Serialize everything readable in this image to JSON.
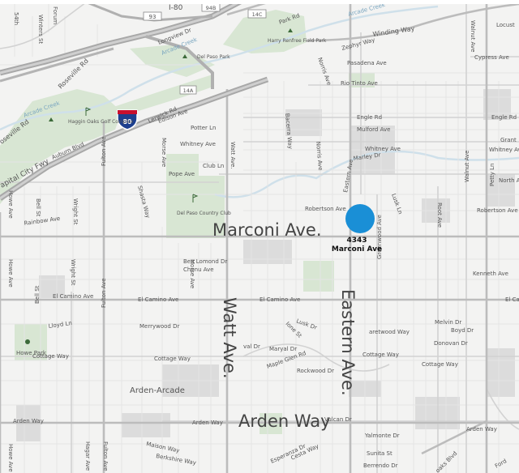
{
  "marker": {
    "number": "4343",
    "street": "Marconi Ave",
    "color": "#1a8fd6"
  },
  "highway": {
    "shield": "80",
    "label": "I-80"
  },
  "main_labels": {
    "marconi": "Marconi Ave.",
    "watt": "Watt Ave.",
    "eastern": "Eastern Ave.",
    "arden": "Arden Way"
  },
  "labels": {
    "i80_top": "I-80",
    "s93": "93",
    "s94b": "94B",
    "s14c": "14C",
    "s14a": "14A",
    "longview": "Longview Dr",
    "arcade_creek_top": "Arcade Creek",
    "arcade_creek": "Arcade Creek",
    "arcade_creek_right": "Arcade Creek",
    "winding": "Winding Way",
    "park_rd": "Park Rd",
    "harry_renfree": "Harry Renfree Field Park",
    "zephyr": "Zephyr Way",
    "pasadena": "Pasadena Ave",
    "norris": "Norris Ave",
    "rio_tinto": "Rio Tinto Ave",
    "del_paso_park": "Del Paso Park",
    "cypress": "Cypress Ave",
    "locust": "Locust",
    "walnut_top": "Walnut Ave",
    "roseville_rd": "Roseville Rd",
    "roseville_left": "oseville Rd",
    "winters": "Winters St",
    "forum": "Forum",
    "s54th": "54th",
    "haggin": "Haggin Oaks Golf Complex",
    "capital_city": "apital City Fwy",
    "auburn": "Auburn Blvd",
    "edison": "Edison Ave",
    "lerwick": "Lerwick Rd",
    "potter": "Potter Ln",
    "whitney_left": "Whitney Ave",
    "engle": "Engle Rd",
    "engle_right": "Engle Rd",
    "mulford": "Mulford Ave",
    "whitney": "Whitney Ave",
    "marley": "Marley Dr",
    "grant": "Grant",
    "whitney_right": "Whitney Ave",
    "bacerra": "Bacerra Way",
    "club_ln": "Club Ln",
    "pope": "Pope Ave",
    "shasta": "Shasta Way",
    "morse": "Morse Ave",
    "north_ave": "North Ave",
    "del_paso_cc": "Del Paso Country Club",
    "robertson": "Robertson Ave",
    "robertson_right": "Robertson Ave",
    "eastern_small": "Eastern Ave",
    "lusk_ln": "Lusk Ln",
    "greenwood": "Greenwood Ave",
    "root": "Root Ave",
    "walnut": "Walnut Ave",
    "petty": "Petty Ln",
    "rainbow": "Rainbow Ave",
    "howe": "Howe Ave",
    "bell": "Bell St",
    "wright": "Wright St",
    "fulton": "Fulton Ave",
    "howe_mid": "Howe Ave",
    "ben_lomond": "Ben Lomond Dr",
    "chenu": "Chenu Ave",
    "kenneth": "Kenneth Ave",
    "el_camino_1": "El Camino Ave",
    "el_camino_2": "El Camino Ave",
    "el_camino_3": "El Camino Ave",
    "el_camino_right": "El Cam",
    "lloyd": "Lloyd Ln",
    "bell2": "Bell St",
    "merrywood": "Merrywood Dr",
    "lusk_dr": "Lusk Dr",
    "melvin": "Melvin Dr",
    "boyd": "Boyd Dr",
    "howe_park": "Howe Park",
    "cottage1": "Cottage Way",
    "cottage2": "Cottage Way",
    "cottage3": "Cottage Way",
    "cottage4": "Cottage Way",
    "maryal": "Maryal Dr",
    "val_dr": "val Dr",
    "maple_glen": "Maple Glen Rd",
    "rockwood": "Rockwood Dr",
    "donovan": "Donovan Dr",
    "aretwood": "aretwood Way",
    "arden_arcade": "Arden-Arcade",
    "arden_way_left": "Arden Way",
    "arden_way_mid": "Arden Way",
    "arden_way_right": "Arden Way",
    "vulcan": "Vulcan Dr",
    "yalmonte": "Yalmonte Dr",
    "sunita": "Sunita St",
    "berrendo": "Berrendo Dr",
    "maison": "Maison Way",
    "berkshire": "Berkshire Way",
    "esperanza": "Esperanza Dr",
    "hagar": "Hagar Ave",
    "fulton_bottom": "Fulton Ave",
    "howe_bottom": "Howe Ave",
    "ford": "Ford",
    "oaks_blvd": "oaks Blvd",
    "ione": "Ione St",
    "cesta": "Cesta Way"
  }
}
